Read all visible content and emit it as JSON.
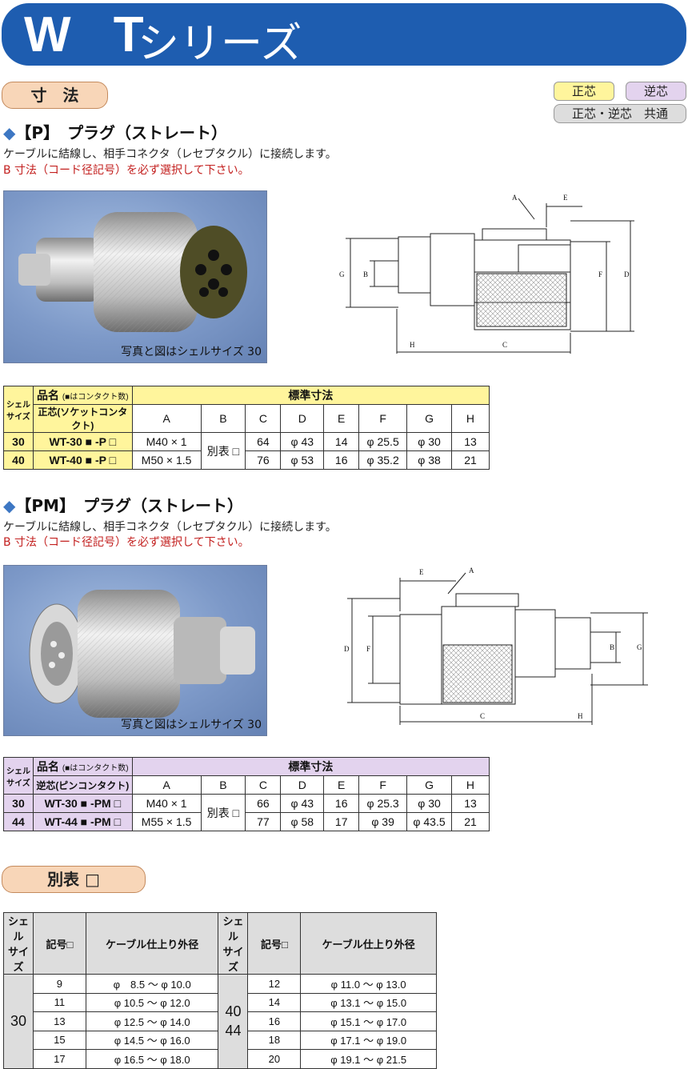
{
  "banner": {
    "wt": "W T",
    "series": "シリーズ"
  },
  "sections": {
    "dimensions": "寸　法",
    "appendix": "別表 □"
  },
  "legend": {
    "normal": "正芯",
    "reverse": "逆芯",
    "common": "正芯・逆芯　共通"
  },
  "p": {
    "heading_tag": "【P】",
    "heading_title": "プラグ（ストレート）",
    "desc1": "ケーブルに結線し、相手コネクタ（レセプタクル）に接続します。",
    "desc2": "B 寸法（コード径記号）を必ず選択して下さい。",
    "caption": "写真と図はシェルサイズ 30",
    "dims": {
      "A": "A",
      "B": "B",
      "C": "C",
      "D": "D",
      "E": "E",
      "F": "F",
      "G": "G",
      "H": "H"
    },
    "table": {
      "h_shell": "シェル\nサイズ",
      "h_name": "品名",
      "h_name_note": "(■はコンタクト数)",
      "h_std": "標準寸法",
      "h_sub": "正芯(ソケットコンタクト)",
      "cols": [
        "A",
        "B",
        "C",
        "D",
        "E",
        "F",
        "G",
        "H"
      ],
      "b_note": "別表 □",
      "rows": [
        {
          "shell": "30",
          "name": "WT-30 ■ -P □",
          "A": "M40 × 1",
          "C": "64",
          "D": "φ 43",
          "E": "14",
          "F": "φ 25.5",
          "G": "φ 30",
          "H": "13"
        },
        {
          "shell": "40",
          "name": "WT-40 ■ -P □",
          "A": "M50 × 1.5",
          "C": "76",
          "D": "φ 53",
          "E": "16",
          "F": "φ 35.2",
          "G": "φ 38",
          "H": "21"
        }
      ]
    }
  },
  "pm": {
    "heading_tag": "【PM】",
    "heading_title": "プラグ（ストレート）",
    "desc1": "ケーブルに結線し、相手コネクタ（レセプタクル）に接続します。",
    "desc2": "B 寸法（コード径記号）を必ず選択して下さい。",
    "caption": "写真と図はシェルサイズ 30",
    "table": {
      "h_shell": "シェル\nサイズ",
      "h_name": "品名",
      "h_name_note": "(■はコンタクト数)",
      "h_std": "標準寸法",
      "h_sub": "逆芯(ピンコンタクト)",
      "cols": [
        "A",
        "B",
        "C",
        "D",
        "E",
        "F",
        "G",
        "H"
      ],
      "b_note": "別表 □",
      "rows": [
        {
          "shell": "30",
          "name": "WT-30 ■ -PM □",
          "A": "M40 × 1",
          "C": "66",
          "D": "φ 43",
          "E": "16",
          "F": "φ 25.3",
          "G": "φ 30",
          "H": "13"
        },
        {
          "shell": "44",
          "name": "WT-44 ■ -PM □",
          "A": "M55 × 1.5",
          "C": "77",
          "D": "φ 58",
          "E": "17",
          "F": "φ 39",
          "G": "φ 43.5",
          "H": "21"
        }
      ]
    }
  },
  "appendix": {
    "h_shell": "シェル\nサイズ",
    "h_code": "記号□",
    "h_cable": "ケーブル仕上り外径",
    "left_shell": "30",
    "right_shell_1": "40",
    "right_shell_2": "44",
    "left": [
      {
        "code": "9",
        "range": "φ　8.5 〜 φ 10.0"
      },
      {
        "code": "11",
        "range": "φ 10.5 〜 φ 12.0"
      },
      {
        "code": "13",
        "range": "φ 12.5 〜 φ 14.0"
      },
      {
        "code": "15",
        "range": "φ 14.5 〜 φ 16.0"
      },
      {
        "code": "17",
        "range": "φ 16.5 〜 φ 18.0"
      }
    ],
    "right": [
      {
        "code": "12",
        "range": "φ 11.0 〜 φ 13.0"
      },
      {
        "code": "14",
        "range": "φ 13.1 〜 φ 15.0"
      },
      {
        "code": "16",
        "range": "φ 15.1 〜 φ 17.0"
      },
      {
        "code": "18",
        "range": "φ 17.1 〜 φ 19.0"
      },
      {
        "code": "20",
        "range": "φ 19.1 〜 φ 21.5"
      }
    ]
  }
}
